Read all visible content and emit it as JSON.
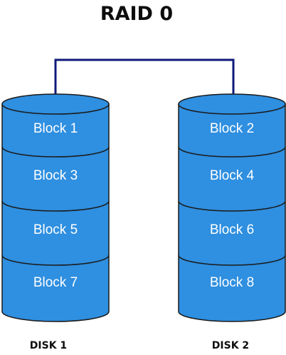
{
  "title": "RAID 0",
  "colors": {
    "disk_fill": "#2f8fe0",
    "disk_stroke": "#1a1a1a",
    "connector": "#0f1a7a",
    "text_on_disk": "#ffffff",
    "title_text": "#0d0d0d"
  },
  "disks": [
    {
      "label": "DISK 1",
      "blocks": [
        "Block 1",
        "Block 3",
        "Block 5",
        "Block 7"
      ]
    },
    {
      "label": "DISK 2",
      "blocks": [
        "Block 2",
        "Block 4",
        "Block 6",
        "Block 8"
      ]
    }
  ]
}
